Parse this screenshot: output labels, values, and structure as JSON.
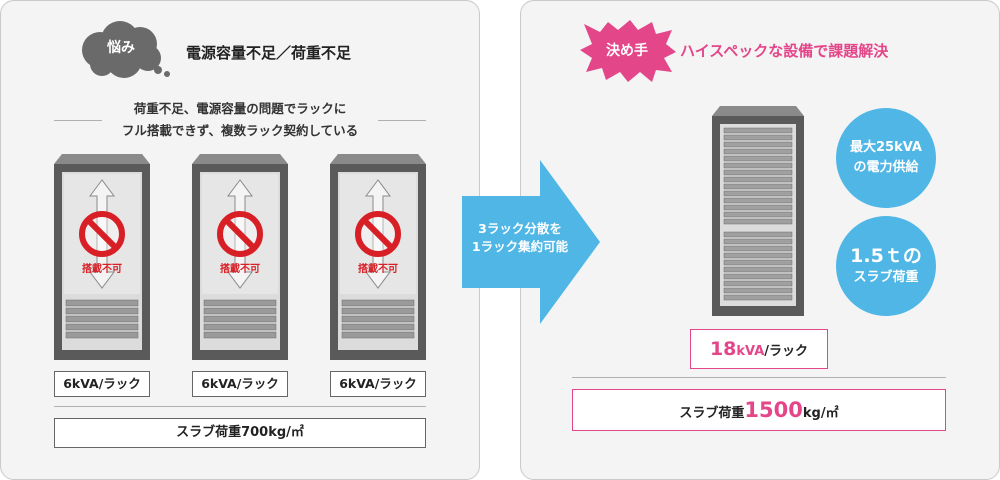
{
  "left": {
    "worry_label": "悩み",
    "title": "電源容量不足／荷重不足",
    "sub_line1": "荷重不足、電源容量の問題でラックに",
    "sub_line2": "フル搭載できず、複数ラック契約している",
    "forbid_label": "搭載不可",
    "rack_kva": [
      "6kVA/ラック",
      "6kVA/ラック",
      "6kVA/ラック"
    ],
    "slab_load": "スラブ荷重700kg/㎡"
  },
  "arrow": {
    "line1": "3ラック分散を",
    "line2": "1ラック集約可能"
  },
  "right": {
    "solution_label": "決め手",
    "title": "ハイスペックな設備で課題解決",
    "circle1_line1": "最大25kVA",
    "circle1_line2": "の電力供給",
    "circle2_big": "1.5ｔの",
    "circle2_line2": "スラブ荷重",
    "kva_num": "18",
    "kva_unit": "kVA",
    "kva_rest": "/ラック",
    "slab_prefix": "スラブ荷重",
    "slab_num": "1500",
    "slab_unit": "kg/㎡"
  },
  "colors": {
    "accent_pink": "#e4468a",
    "accent_blue": "#4fb6e6",
    "forbid_red": "#d81f26",
    "cloud_gray": "#6a6a6a"
  }
}
